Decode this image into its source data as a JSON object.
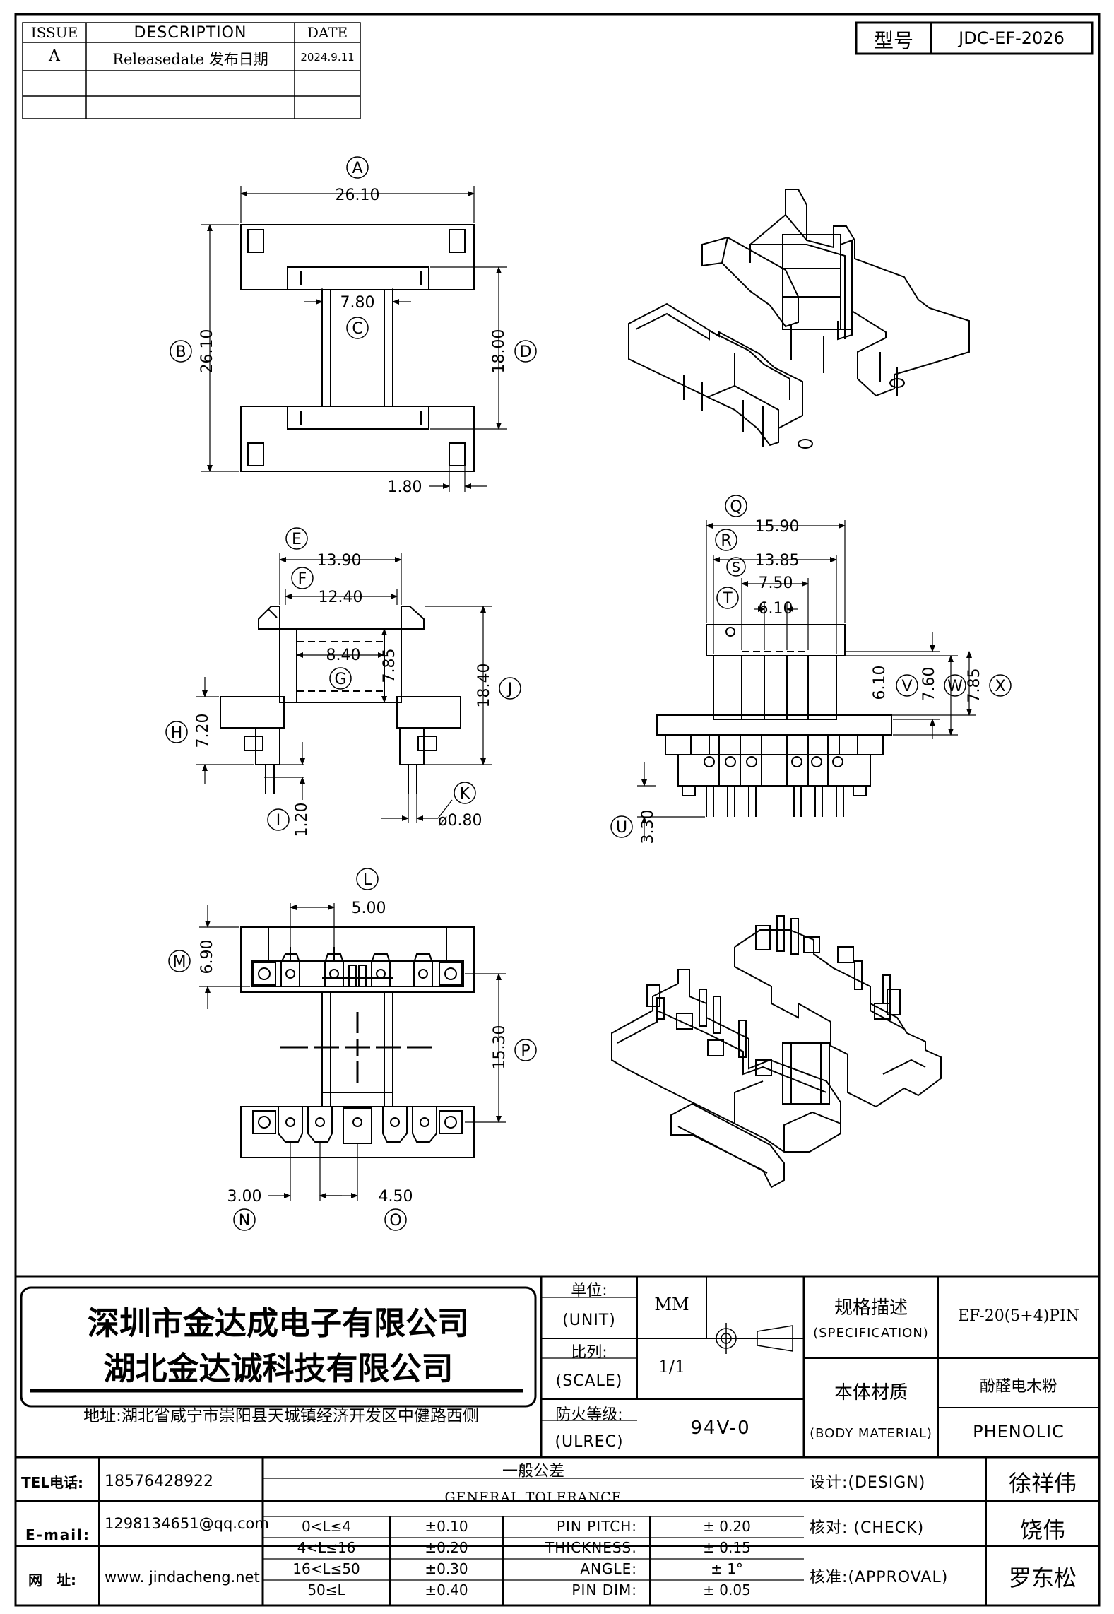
{
  "revision_table": {
    "headers": [
      "ISSUE",
      "DESCRIPTION",
      "DATE"
    ],
    "rows": [
      {
        "issue": "A",
        "description": "Releasedate 发布日期",
        "date": "2024.9.11"
      }
    ]
  },
  "part_number": {
    "label": "型号",
    "value": "JDC-EF-2026"
  },
  "dimensions": {
    "A": "26.10",
    "B": "26.10",
    "C": "7.80",
    "D": "18.00",
    "slot": "1.80",
    "E": "13.90",
    "F": "12.40",
    "G": "8.40",
    "G_height": "7.85",
    "J": "18.40",
    "H": "7.20",
    "I": "1.20",
    "K": "ø0.80",
    "Q": "15.90",
    "R": "13.85",
    "S": "7.50",
    "T": "6.10",
    "V": "6.10",
    "W": "7.60",
    "X": "7.85",
    "U": "3.30",
    "L": "5.00",
    "M": "6.90",
    "P": "15.30",
    "N": "3.00",
    "O": "4.50"
  },
  "callouts": [
    "A",
    "B",
    "C",
    "D",
    "E",
    "F",
    "G",
    "H",
    "I",
    "J",
    "K",
    "Q",
    "R",
    "S",
    "T",
    "U",
    "V",
    "W",
    "X",
    "L",
    "M",
    "N",
    "O",
    "P"
  ],
  "title_block": {
    "company_cn_1": "深圳市金达成电子有限公司",
    "company_cn_2": "湖北金达诚科技有限公司",
    "address": "地址:湖北省咸宁市崇阳县天城镇经济开发区中健路西侧",
    "unit_label_cn": "单位:",
    "unit_label_en": "(UNIT)",
    "unit_value": "MM",
    "scale_label_cn": "比列:",
    "scale_label_en": "(SCALE)",
    "scale_value": "1/1",
    "ulrec_label_cn": "防火等级:",
    "ulrec_label_en": "(ULREC)",
    "ulrec_value": "94V-0",
    "spec_label_cn": "规格描述",
    "spec_label_en": "(SPECIFICATION)",
    "spec_value": "EF-20(5+4)PIN",
    "material_label_cn": "本体材质",
    "material_label_en": "(BODY MATERIAL)",
    "material_value_cn": "酚醛电木粉",
    "material_value_en": "PHENOLIC",
    "tel_label": "TEL电话:",
    "tel_value": "18576428922",
    "email_label": "E-mail:",
    "email_value": "1298134651@qq.com",
    "web_label": "网　址:",
    "web_value": "www. jindacheng.net",
    "tolerance_title_cn": "一般公差",
    "tolerance_title_en": "GENERAL TOLERANCE",
    "tolerances": [
      {
        "range": "0<L≤4",
        "tol": "±0.10"
      },
      {
        "range": "4<L≤16",
        "tol": "±0.20"
      },
      {
        "range": "16<L≤50",
        "tol": "±0.30"
      },
      {
        "range": "50≤L",
        "tol": "±0.40"
      }
    ],
    "pin_specs": [
      {
        "label": "PIN PITCH:",
        "value": "± 0.20"
      },
      {
        "label": "THICKNESS:",
        "value": "± 0.15"
      },
      {
        "label": "ANGLE:",
        "value": "± 1°"
      },
      {
        "label": "PIN DIM:",
        "value": "± 0.05"
      }
    ],
    "design_label": "设计:(DESIGN)",
    "design_name": "徐祥伟",
    "check_label": "核对: (CHECK)",
    "check_name": "饶伟",
    "approval_label": "核准:(APPROVAL)",
    "approval_name": "罗东松"
  }
}
